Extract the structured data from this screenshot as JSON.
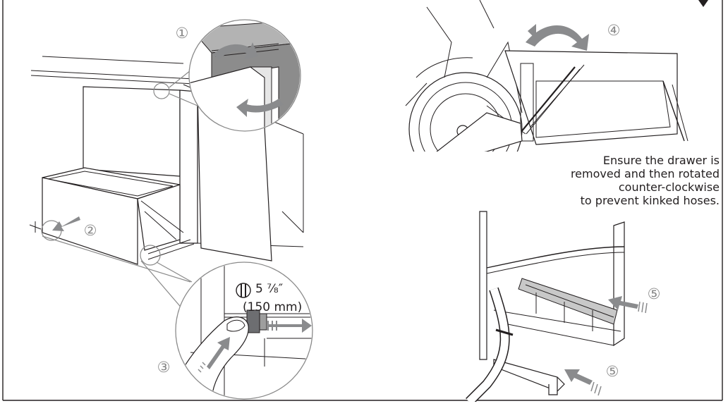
{
  "steps": {
    "step1": "①",
    "step2": "②",
    "step3": "③",
    "step4": "④",
    "step5a": "⑤",
    "step5b": "⑤"
  },
  "dimension": {
    "imperial": "5 ⁷⁄₈″",
    "metric": "(150 mm)"
  },
  "caption": {
    "line1": "Ensure the drawer is",
    "line2": "removed and then rotated",
    "line3": "counter-clockwise",
    "line4": "to prevent kinked hoses."
  },
  "colors": {
    "line": "#231f20",
    "arrow": "#8a8b8d",
    "step_label": "#8a8a8a"
  },
  "icons": {
    "top_right_marker": "down-triangle-icon",
    "screw": "screw-head-icon"
  }
}
